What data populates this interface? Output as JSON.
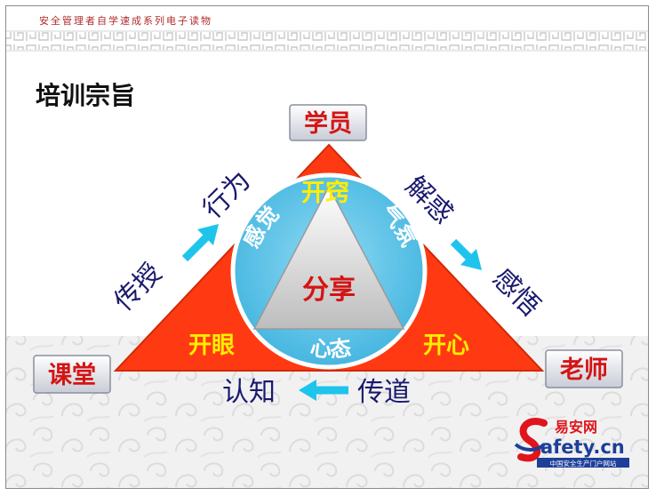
{
  "header": {
    "series_title": "安全管理者自学速成系列电子读物"
  },
  "slide": {
    "title": "培训宗旨"
  },
  "diagram": {
    "vertices": {
      "top": "学员",
      "left": "课堂",
      "right": "老师"
    },
    "triangle_edges": {
      "top": "开窍",
      "bottom_left": "开眼",
      "bottom_right": "开心"
    },
    "circle_arcs": {
      "left": "感觉",
      "right": "气氛",
      "bottom": "心态"
    },
    "center": "分享",
    "outer_left": {
      "first": "行为",
      "second": "传授"
    },
    "outer_right": {
      "first": "解惑",
      "second": "感悟"
    },
    "outer_bottom": {
      "left": "认知",
      "right": "传道"
    }
  },
  "logo": {
    "name_cn": "易安网",
    "domain": "afety.cn",
    "tagline": "中国安全生产门户网站"
  },
  "colors": {
    "triangle_red": "#ff3a12",
    "circle_blue": "#5fc7ea",
    "yellow_text": "#ffee00",
    "red_text": "#d41414",
    "navy_text": "#1a1a6e",
    "arrow_cyan": "#1fc4ec"
  }
}
